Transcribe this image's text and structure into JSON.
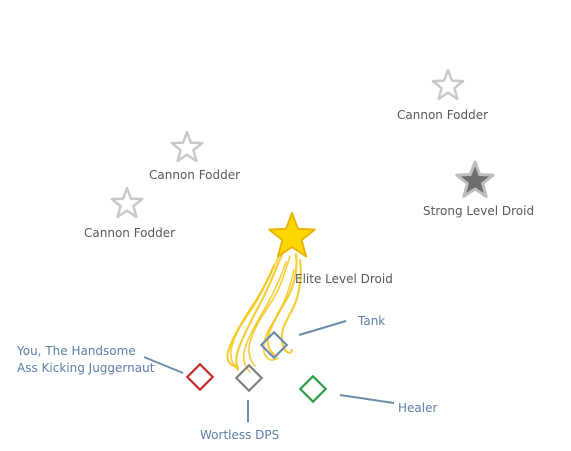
{
  "enemies": {
    "cannon_fodder_1": {
      "label": "Cannon Fodder",
      "star_color": "#c8c8c8"
    },
    "cannon_fodder_2": {
      "label": "Cannon Fodder",
      "star_color": "#c8c8c8"
    },
    "cannon_fodder_3": {
      "label": "Cannon Fodder",
      "star_color": "#c8c8c8"
    },
    "strong_droid": {
      "label": "Strong Level Droid",
      "star_color": "#6e6e6e"
    },
    "elite_droid": {
      "label": "Elite Level Droid",
      "star_color": "#ffd700"
    }
  },
  "party": {
    "juggernaut": {
      "label_line1": "You, The Handsome",
      "label_line2": "Ass Kicking Juggernaut",
      "color": "#c8282e"
    },
    "tank": {
      "label": "Tank",
      "color": "#6e8ba8"
    },
    "dps": {
      "label": "Wortless DPS",
      "color": "#808080"
    },
    "healer": {
      "label": "Healer",
      "color": "#2e9e4a"
    }
  },
  "colors": {
    "enemy_label": "#595959",
    "party_label": "#5b7fa6",
    "connector": "#6e8ba8",
    "path_scribble": "#f5c518"
  }
}
